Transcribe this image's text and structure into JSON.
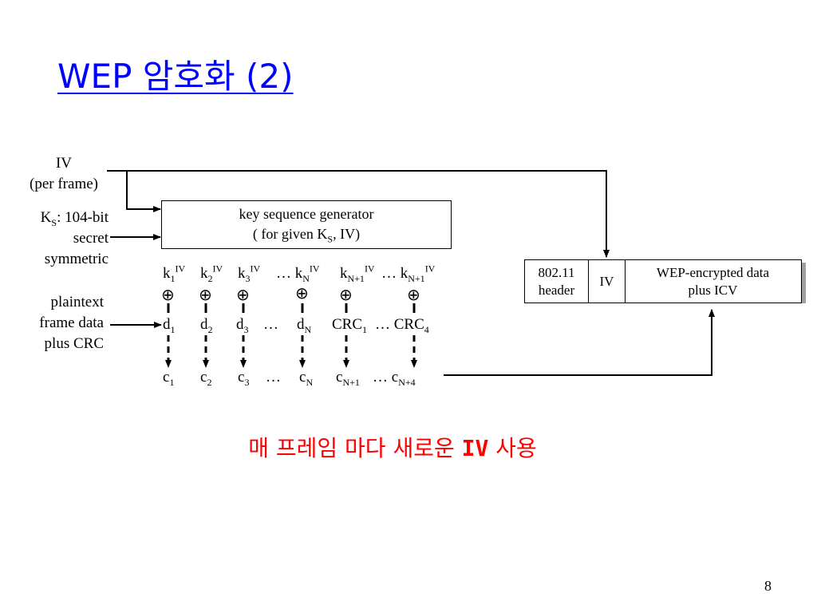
{
  "slide": {
    "title": "WEP 암호화 (2)",
    "page_number": "8"
  },
  "diagram": {
    "iv_label": {
      "line1": "IV",
      "line2": "(per frame)"
    },
    "ks_label": {
      "k": "K",
      "s": "S",
      "rest": ": 104-bit",
      "line2": "secret",
      "line3": "symmetric"
    },
    "plaintext_label": {
      "line1": "plaintext",
      "line2": "frame data",
      "line3": "plus CRC"
    },
    "generator_box": {
      "line1": "key sequence generator",
      "line2_pre": "( for given K",
      "line2_sub": "S",
      "line2_post": ", IV)"
    },
    "key_row": [
      {
        "base": "k",
        "sub": "1",
        "sup": "IV"
      },
      {
        "base": "k",
        "sub": "2",
        "sup": "IV"
      },
      {
        "base": "k",
        "sub": "3",
        "sup": "IV"
      },
      {
        "prefix": "… ",
        "base": "k",
        "sub": "N",
        "sup": "IV"
      },
      {
        "base": "k",
        "sub": "N+1",
        "sup": "IV"
      },
      {
        "prefix": "… ",
        "base": "k",
        "sub": "N+1",
        "sup": "IV"
      }
    ],
    "xor_symbol": "⊕",
    "data_row": [
      {
        "base": "d",
        "sub": "1"
      },
      {
        "base": "d",
        "sub": "2"
      },
      {
        "base": "d",
        "sub": "3"
      },
      {
        "text": "…"
      },
      {
        "base": "d",
        "sub": "N"
      },
      {
        "base": "CRC",
        "sub": "1"
      },
      {
        "prefix": "… ",
        "base": "CRC",
        "sub": "4"
      }
    ],
    "cipher_row": [
      {
        "base": "c",
        "sub": "1"
      },
      {
        "base": "c",
        "sub": "2"
      },
      {
        "base": "c",
        "sub": "3"
      },
      {
        "text": "…"
      },
      {
        "base": "c",
        "sub": "N"
      },
      {
        "base": "c",
        "sub": "N+1"
      },
      {
        "prefix": "… ",
        "base": "c",
        "sub": "N+4"
      }
    ],
    "frame": {
      "header_line1": "802.11",
      "header_line2": "header",
      "iv": "IV",
      "payload_line1": "WEP-encrypted data",
      "payload_line2": "plus ICV"
    }
  },
  "caption": {
    "pre": "매 프레임 마다 새로운 ",
    "iv": "IV",
    "post": " 사용",
    "color": "#ff0000"
  },
  "colors": {
    "title": "#0000ff",
    "line": "#000000",
    "shadow": "#a0a0a0"
  }
}
